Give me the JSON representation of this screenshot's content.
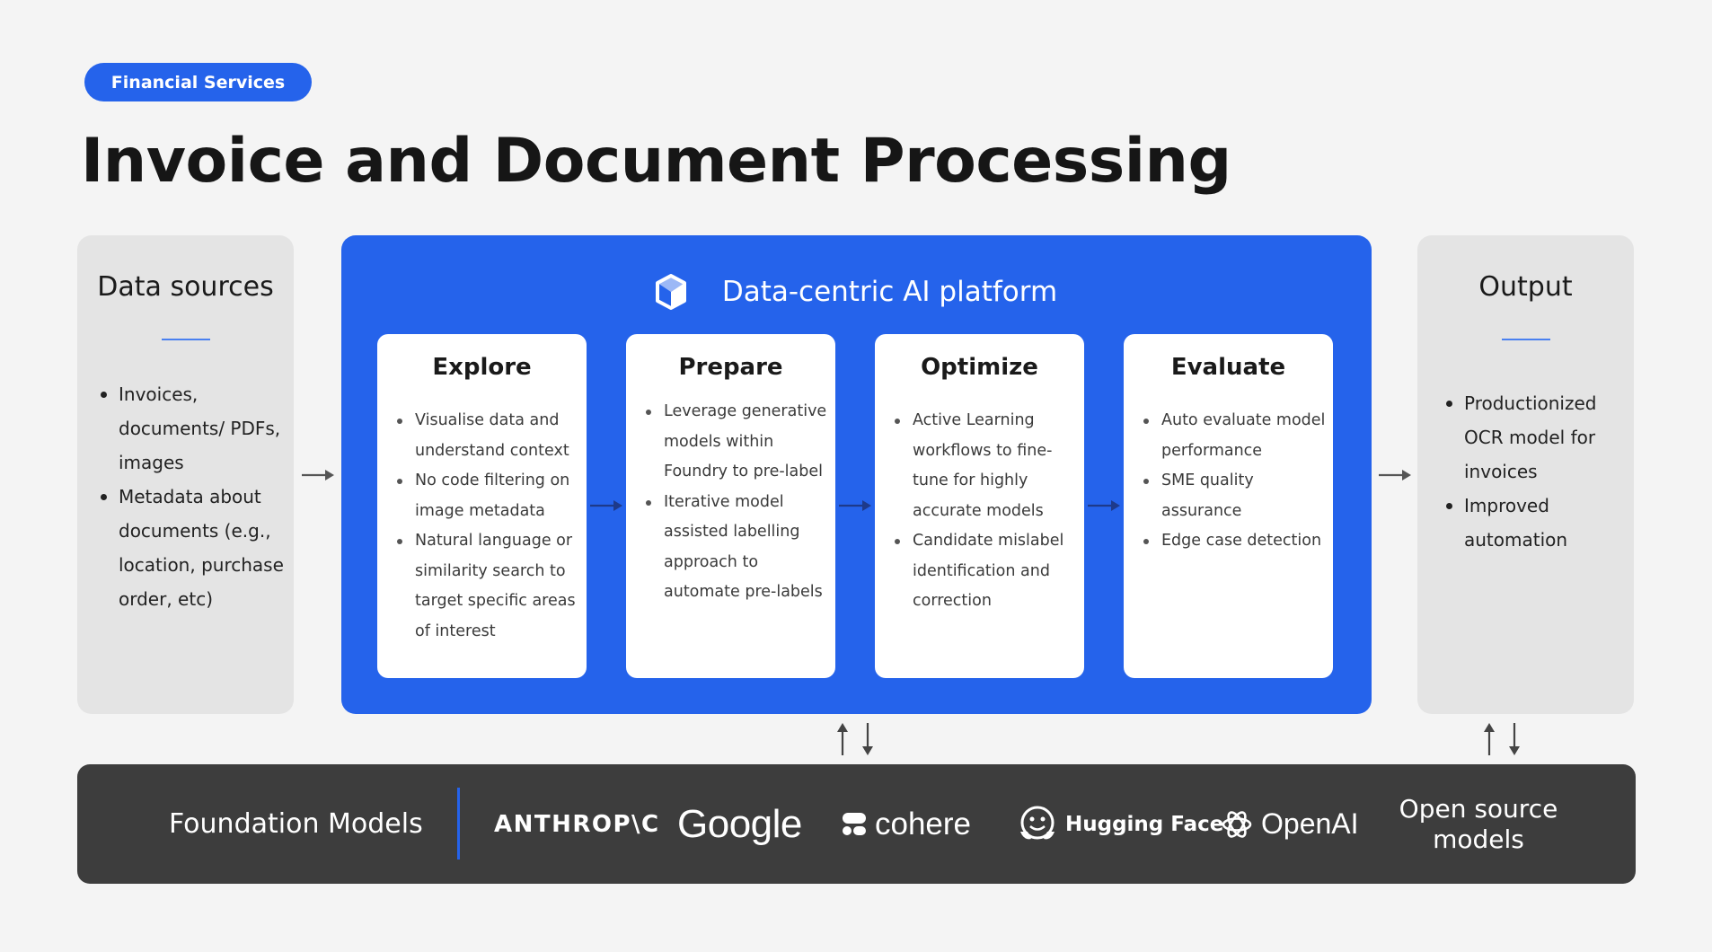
{
  "tag": "Financial Services",
  "title": "Invoice and Document Processing",
  "data_sources": {
    "title": "Data sources",
    "items": [
      "Invoices, documents/ PDFs, images",
      "Metadata about documents (e.g., location, purchase order, etc)"
    ]
  },
  "platform": {
    "title": "Data-centric AI platform",
    "stages": [
      {
        "title": "Explore",
        "items": [
          "Visualise data and understand context",
          "No code filtering on image metadata",
          "Natural language or similarity search to target specific areas of interest"
        ]
      },
      {
        "title": "Prepare",
        "items": [
          "Leverage generative models within Foundry to pre-label",
          "Iterative model assisted labelling approach to automate pre-labels"
        ]
      },
      {
        "title": "Optimize",
        "items": [
          "Active Learning workflows to fine-tune for highly accurate models",
          "Candidate mislabel identification and correction"
        ]
      },
      {
        "title": "Evaluate",
        "items": [
          "Auto evaluate model performance",
          "SME quality assurance",
          "Edge case detection"
        ]
      }
    ]
  },
  "output": {
    "title": "Output",
    "items": [
      "Productionized OCR model for invoices",
      "Improved automation"
    ]
  },
  "foundation": {
    "title": "Foundation Models",
    "providers": [
      "ANTHROP\\C",
      "Google",
      "cohere",
      "Hugging Face",
      "OpenAI"
    ],
    "open_source_line1": "Open source",
    "open_source_line2": "models"
  },
  "colors": {
    "accent": "#2563eb",
    "panel": "#e4e4e4",
    "foundation_bg": "#3d3d3d",
    "arrow": "#555555"
  }
}
